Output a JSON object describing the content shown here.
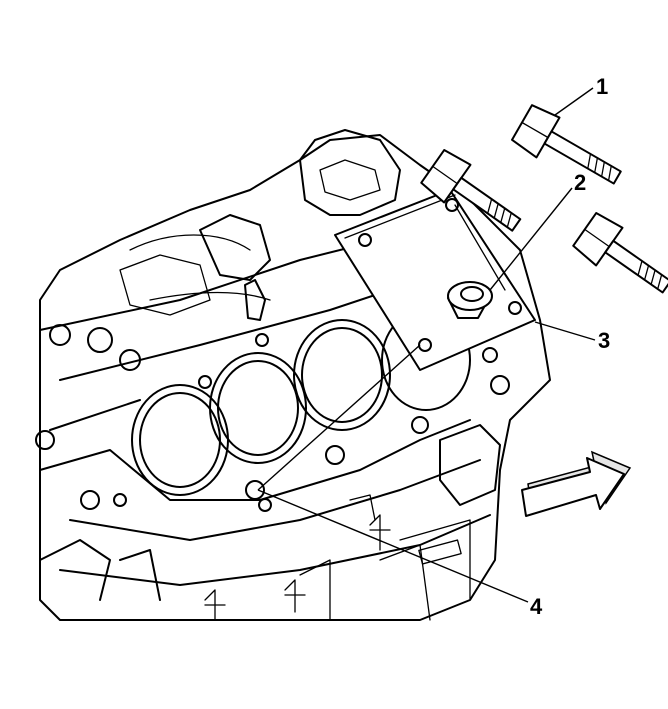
{
  "callouts": [
    {
      "id": "1",
      "label": "1"
    },
    {
      "id": "2",
      "label": "2"
    },
    {
      "id": "3",
      "label": "3"
    },
    {
      "id": "4",
      "label": "4"
    }
  ],
  "colors": {
    "ink": "#000000",
    "paper": "#ffffff"
  },
  "icons": {
    "direction": "arrow-right-icon"
  }
}
